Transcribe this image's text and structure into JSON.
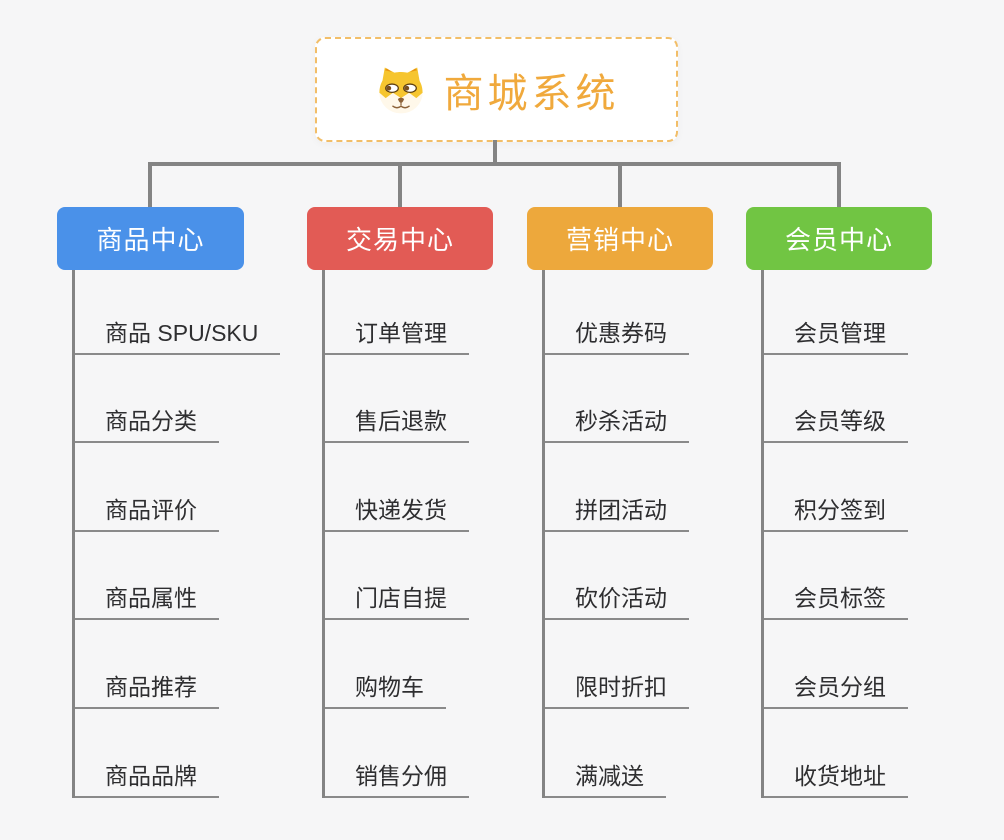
{
  "app": {
    "background": "#F6F6F7",
    "connector_color": "#848484"
  },
  "root": {
    "title": "商城系统",
    "icon": "dog-face-icon",
    "accent_color": "#F0A93C"
  },
  "branches": [
    {
      "label": "商品中心",
      "color": "#4A91E9",
      "items": [
        "商品 SPU/SKU",
        "商品分类",
        "商品评价",
        "商品属性",
        "商品推荐",
        "商品品牌"
      ]
    },
    {
      "label": "交易中心",
      "color": "#E25B55",
      "items": [
        "订单管理",
        "售后退款",
        "快递发货",
        "门店自提",
        "购物车",
        "销售分佣"
      ]
    },
    {
      "label": "营销中心",
      "color": "#EDA83C",
      "items": [
        "优惠券码",
        "秒杀活动",
        "拼团活动",
        "砍价活动",
        "限时折扣",
        "满减送"
      ]
    },
    {
      "label": "会员中心",
      "color": "#71C543",
      "items": [
        "会员管理",
        "会员等级",
        "积分签到",
        "会员标签",
        "会员分组",
        "收货地址"
      ]
    }
  ]
}
